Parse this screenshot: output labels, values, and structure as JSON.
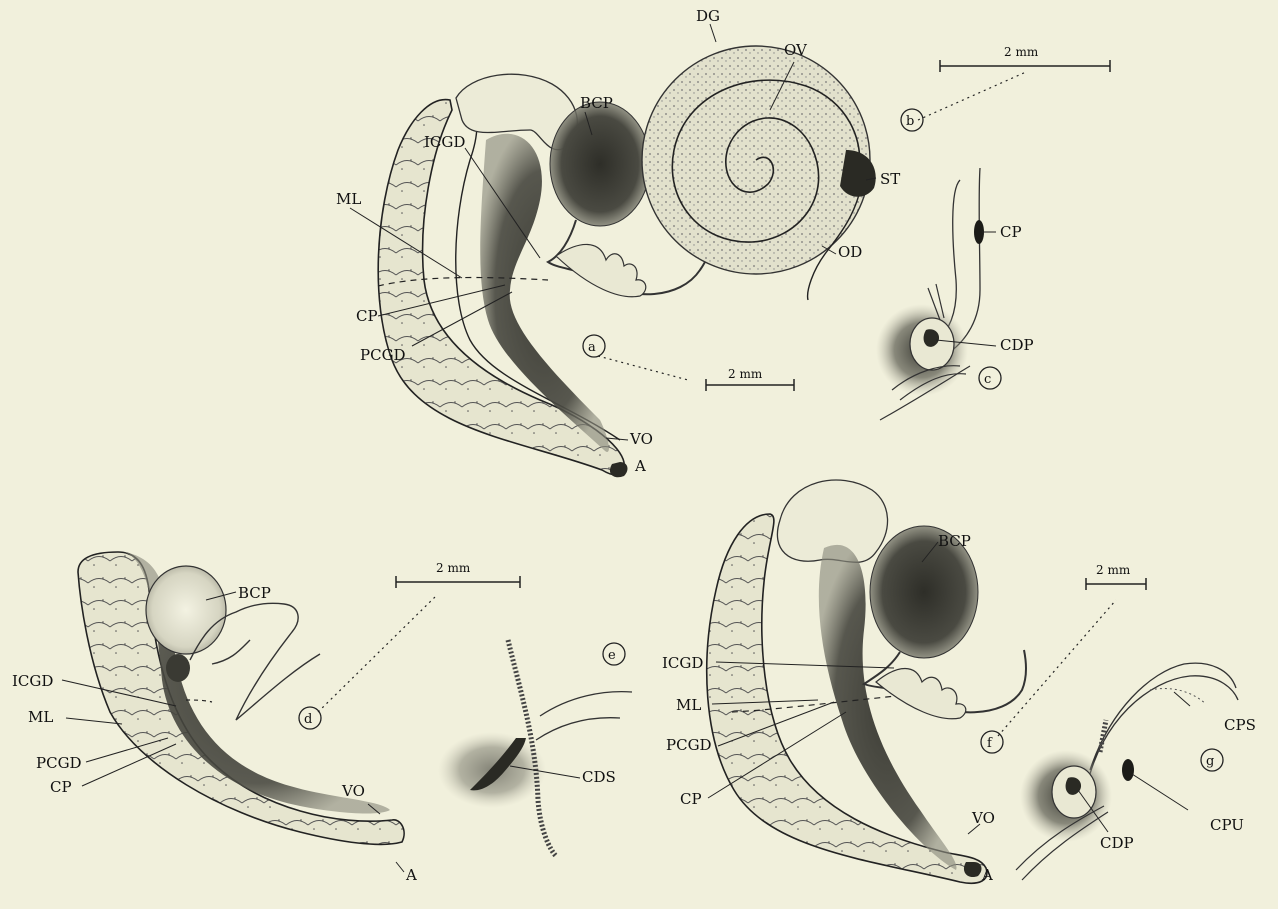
{
  "panels": [
    {
      "id": "a",
      "scale": "2 mm",
      "labels": {
        "icgd": "ICGD",
        "bcp": "BCP",
        "ml": "ML",
        "cp": "CP",
        "pcgd": "PCGD",
        "vo": "VO",
        "a": "A"
      }
    },
    {
      "id": "b",
      "scale": "2 mm",
      "labels": {
        "dg": "DG",
        "ov": "OV",
        "st": "ST",
        "od": "OD"
      }
    },
    {
      "id": "c",
      "labels": {
        "cp": "CP",
        "cdp": "CDP"
      }
    },
    {
      "id": "d",
      "scale": "2 mm",
      "labels": {
        "bcp": "BCP",
        "icgd": "ICGD",
        "ml": "ML",
        "pcgd": "PCGD",
        "cp": "CP",
        "vo": "VO",
        "a": "A"
      }
    },
    {
      "id": "e",
      "labels": {
        "cds": "CDS"
      }
    },
    {
      "id": "f",
      "scale": "2 mm",
      "labels": {
        "bcp": "BCP",
        "icgd": "ICGD",
        "ml": "ML",
        "pcgd": "PCGD",
        "cp": "CP",
        "vo": "VO",
        "a": "A"
      }
    },
    {
      "id": "g",
      "labels": {
        "cps": "CPS",
        "cpu": "CPU",
        "cdp": "CDP"
      }
    }
  ],
  "colors": {
    "background": "#f1f0dc",
    "ink": "#111111",
    "stipple": "#6b6b5e",
    "dark": "#2a2a24"
  }
}
